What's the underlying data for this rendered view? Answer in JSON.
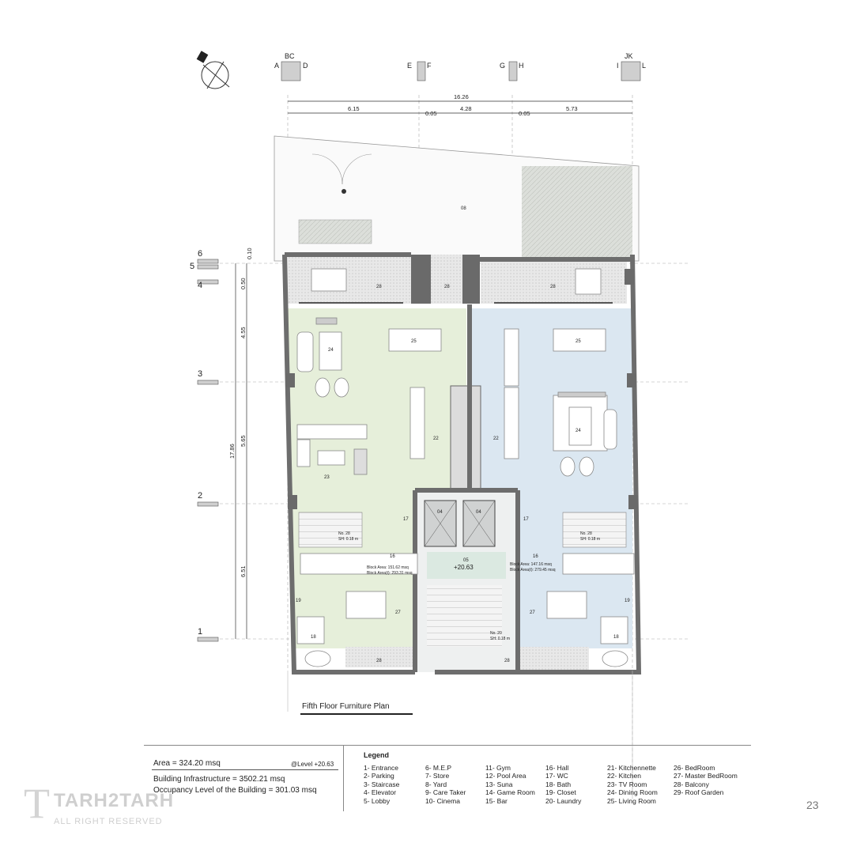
{
  "axes_top": [
    "BC",
    "A",
    "D",
    "E",
    "F",
    "G",
    "H",
    "JK",
    "I",
    "L"
  ],
  "axes_left": [
    "6",
    "5",
    "4",
    "3",
    "2",
    "1"
  ],
  "dims_top": {
    "total": "16.26",
    "d1": "6.15",
    "d2": "0.05",
    "d3": "4.28",
    "d4": "0.05",
    "d5": "5.73"
  },
  "dims_left": {
    "total": "17.86",
    "d1": "0.10",
    "d2": "0.50",
    "d3": "4.55",
    "d4": "5.65",
    "d5": "6.51"
  },
  "rooms": {
    "yard": "08",
    "balcony": "28",
    "tv": "24",
    "living": "25",
    "kitchen": "22",
    "lounge": "23",
    "hall": "16",
    "elevator": "04",
    "lobby": "05",
    "bath": "18",
    "closet": "19",
    "wc": "17",
    "bedroom": "27"
  },
  "stairs_left": [
    "No. 28",
    "SH: 0.18 m"
  ],
  "stairs_right": [
    "No. 28",
    "SH: 0.18 m"
  ],
  "stairs_core": [
    "No. 20",
    "SH: 0.18 m"
  ],
  "block_left": [
    "Block Area: 151.62 msq",
    "Block Area(t): 293.31 msq"
  ],
  "block_right": [
    "Block Area: 147.16 msq",
    "Block Area(t): 279.45 msq"
  ],
  "lobby_level": "+20.63",
  "plan_title": "Fifth Floor Furniture Plan",
  "info": {
    "area": "Area = 324.20 msq",
    "level": "@Level +20.63",
    "infra": "Building Infrastructure = 3502.21 msq",
    "occupancy": "Occupancy Level of the Building = 301.03  msq"
  },
  "legend": {
    "title": "Legend",
    "col1": [
      "1- Entrance",
      "2- Parking",
      "3- Staircase",
      "4- Elevator",
      "5- Lobby"
    ],
    "col2": [
      "6- M.E.P",
      "7- Store",
      "8- Yard",
      "9- Care Taker",
      "10- Cinema"
    ],
    "col3": [
      "11- Gym",
      "12- Pool Area",
      "13- Suna",
      "14- Game Room",
      "15- Bar"
    ],
    "col4": [
      "16- Hall",
      "17- WC",
      "18- Bath",
      "19- Closet",
      "20- Laundry"
    ],
    "col5": [
      "21- Kitchennette",
      "22- Kitchen",
      "23- TV Room",
      "24- Dining Room",
      "25- Living Room"
    ],
    "col6": [
      "26- BedRoom",
      "27- Master BedRoom",
      "28- Balcony",
      "29- Roof Garden"
    ]
  },
  "logo": {
    "name": "TARH2TARH",
    "rights": "ALL RIGHT RESERVED"
  },
  "page_number": "23",
  "colors": {
    "left_unit": "#e6efda",
    "right_unit": "#dbe7f1",
    "core": "#e6eaea",
    "wall": "#6d6d6d",
    "balcony": "#d9dcd6"
  }
}
